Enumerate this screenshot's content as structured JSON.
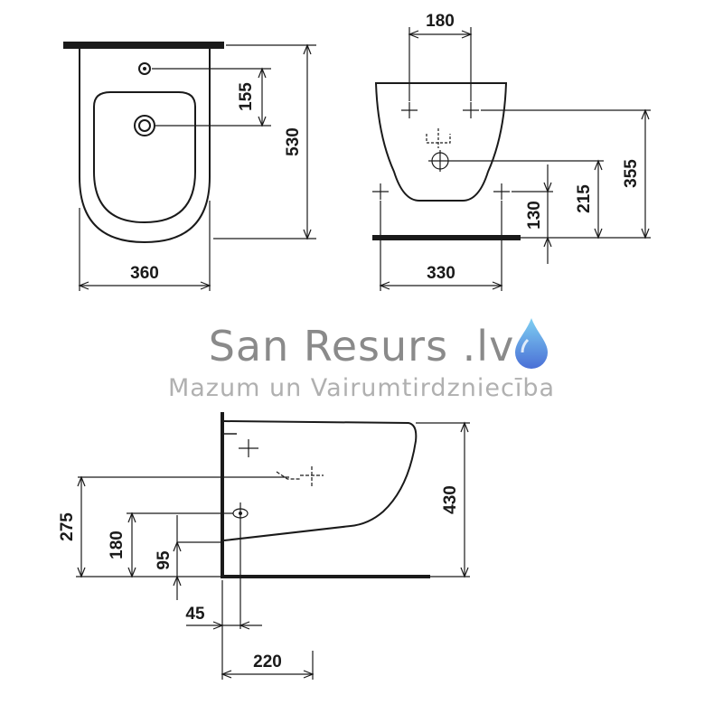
{
  "watermark": {
    "brand": "San Resurs .lv",
    "tagline": "Mazum un Vairumtirdzniecība",
    "icon": "water-drop-icon",
    "brand_color": "#8a8a8a",
    "drop_colors": [
      "#7fd0f2",
      "#4a6fd6"
    ]
  },
  "dimensions": {
    "top_view": {
      "width": "360",
      "depth": "530",
      "tap_to_drain": "155"
    },
    "back_view": {
      "bolt_spacing": "180",
      "width": "330",
      "inlet_height": "355",
      "drain_height": "215",
      "floor_bolt_height": "130"
    },
    "side_view": {
      "height": "430",
      "outlet_height": "275",
      "supply_height": "180",
      "low_height": "95",
      "wall_offset": "45",
      "projection": "220"
    }
  },
  "colors": {
    "line": "#1a1a1a",
    "dimension": "#333333"
  }
}
